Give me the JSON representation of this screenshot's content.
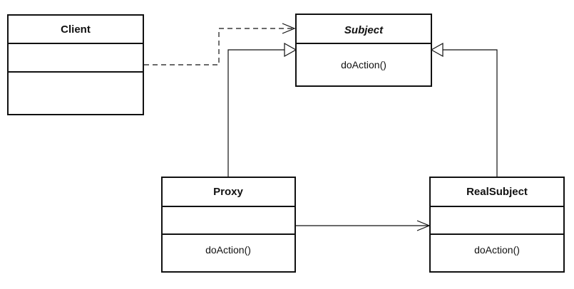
{
  "diagram": {
    "classes": {
      "client": {
        "name": "Client",
        "abstract": false,
        "attributes": [],
        "methods": []
      },
      "subject": {
        "name": "Subject",
        "abstract": true,
        "attributes": [],
        "methods": [
          "doAction()"
        ]
      },
      "proxy": {
        "name": "Proxy",
        "abstract": false,
        "attributes": [],
        "methods": [
          "doAction()"
        ]
      },
      "realsubject": {
        "name": "RealSubject",
        "abstract": false,
        "attributes": [],
        "methods": [
          "doAction()"
        ]
      }
    },
    "relationships": [
      {
        "from": "Client",
        "to": "Subject",
        "kind": "dependency",
        "line": "dashed",
        "arrowhead": "open"
      },
      {
        "from": "Proxy",
        "to": "Subject",
        "kind": "generalization",
        "line": "solid",
        "arrowhead": "hollow-triangle"
      },
      {
        "from": "RealSubject",
        "to": "Subject",
        "kind": "generalization",
        "line": "solid",
        "arrowhead": "hollow-triangle"
      },
      {
        "from": "Proxy",
        "to": "RealSubject",
        "kind": "association",
        "line": "solid",
        "arrowhead": "open"
      }
    ],
    "colors": {
      "stroke": "#111111",
      "fill": "#ffffff",
      "text": "#111111"
    }
  }
}
